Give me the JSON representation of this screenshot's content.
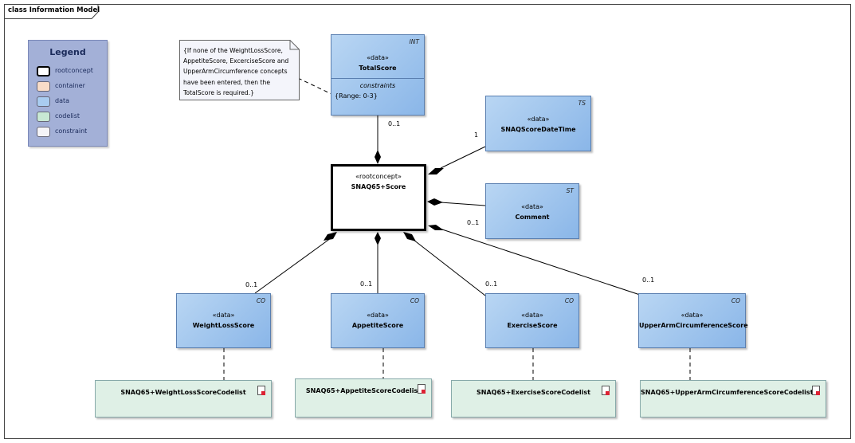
{
  "frame": {
    "title": "class Information Model"
  },
  "legend": {
    "title": "Legend",
    "items": [
      {
        "label": "rootconcept",
        "color": "#ffffff"
      },
      {
        "label": "container",
        "color": "#f8dcc8"
      },
      {
        "label": "data",
        "color": "#a9ccf0"
      },
      {
        "label": "codelist",
        "color": "#c8e8d4"
      },
      {
        "label": "constraint",
        "color": "#f4f4f8"
      }
    ]
  },
  "note": {
    "lines": [
      "{If none of the WeightLossScore,",
      "AppetiteScore, ExcerciseScore and",
      "UpperArmCircumference concepts",
      "have been entered, then the",
      "TotalScore is required.}"
    ]
  },
  "root": {
    "stereotype": "«rootconcept»",
    "name": "SNAQ65+Score"
  },
  "total": {
    "stereotype": "«data»",
    "name": "TotalScore",
    "type": "INT",
    "constraints_label": "constraints",
    "constraint": "{Range: 0-3}",
    "multiplicity": "0..1"
  },
  "datetime": {
    "stereotype": "«data»",
    "name": "SNAQScoreDateTime",
    "type": "TS",
    "multiplicity": "1"
  },
  "comment": {
    "stereotype": "«data»",
    "name": "Comment",
    "type": "ST",
    "multiplicity": "0..1"
  },
  "weightloss": {
    "stereotype": "«data»",
    "name": "WeightLossScore",
    "type": "CO",
    "multiplicity": "0..1"
  },
  "appetite": {
    "stereotype": "«data»",
    "name": "AppetiteScore",
    "type": "CO",
    "multiplicity": "0..1"
  },
  "exercise": {
    "stereotype": "«data»",
    "name": "ExerciseScore",
    "type": "CO",
    "multiplicity": "0..1"
  },
  "upperarm": {
    "stereotype": "«data»",
    "name": "UpperArmCircumferenceScore",
    "type": "CO",
    "multiplicity": "0..1"
  },
  "codelists": {
    "weightloss": "SNAQ65+WeightLossScoreCodelist",
    "appetite": "SNAQ65+AppetiteScoreCodelist",
    "exercise": "SNAQ65+ExerciseScoreCodelist",
    "upperarm": "SNAQ65+UpperArmCircumferenceScoreCodelist"
  }
}
